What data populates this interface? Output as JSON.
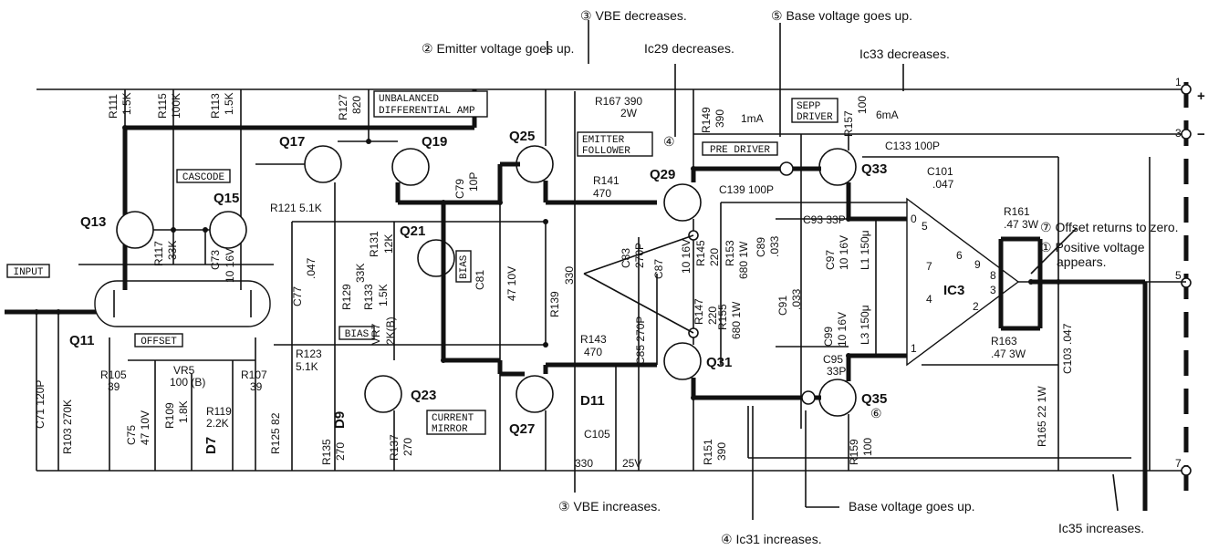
{
  "annotations": {
    "vbe_decreases": "③ VBE decreases.",
    "base_up_top": "⑤ Base voltage goes up.",
    "emitter_up": "② Emitter voltage goes up.",
    "ic29_dec": "Ic29 decreases.",
    "ic33_dec": "Ic33 decreases.",
    "offset_zero": "⑦ Offset returns to zero.",
    "pos_voltage": "① Positive voltage",
    "appears": "appears.",
    "vbe_increases": "③ VBE increases.",
    "base_up_bottom": "Base voltage goes up.",
    "ic31_inc": "④ Ic31 increases.",
    "ic35_inc": "Ic35 increases.",
    "circ4": "④",
    "circ6": "⑥"
  },
  "boxes": {
    "input": "INPUT",
    "cascode": "CASCODE",
    "unbalanced1": "UNBALANCED",
    "unbalanced2": "DIFFERENTIAL AMP",
    "offset": "OFFSET",
    "bias_left": "BIAS",
    "bias_right": "BIAS",
    "current1": "CURRENT",
    "current2": "MIRROR",
    "emitter1": "EMITTER",
    "emitter2": "FOLLOWER",
    "predriver": "PRE DRIVER",
    "sepp1": "SEPP",
    "sepp2": "DRIVER"
  },
  "transistors": {
    "q11": "Q11",
    "q13": "Q13",
    "q15": "Q15",
    "q17": "Q17",
    "q19": "Q19",
    "q21": "Q21",
    "q23": "Q23",
    "q25": "Q25",
    "q27": "Q27",
    "q29": "Q29",
    "q31": "Q31",
    "q33": "Q33",
    "q35": "Q35",
    "ic3": "IC3"
  },
  "components": {
    "r111a": "R111",
    "r111b": "1.5K",
    "r115a": "R115",
    "r115b": "100K",
    "r113a": "R113",
    "r113b": "1.5K",
    "r127a": "R127",
    "r127b": "820",
    "r117a": "R117",
    "r117b": "33K",
    "c73a": "C73",
    "c73b": "10 16V",
    "r121": "R121 5.1K",
    "r131a": "R131",
    "r131b": "12K",
    "r133a": "R133",
    "r133b": "1.5K",
    "c77a": "C77",
    "c77b": ".047",
    "r129a": "R129",
    "r129b": "33K",
    "vr7a": "VR7",
    "vr7b": "2K(B)",
    "c79a": "C79",
    "c79b": "10P",
    "c81a": "C81",
    "c81b": "47 10V",
    "r139a": "R139",
    "r139b": "330",
    "r123a": "R123",
    "r123b": "5.1K",
    "r105a": "R105",
    "r105b": "39",
    "vr5a": "VR5",
    "vr5b": "100 (B)",
    "r107a": "R107",
    "r107b": "39",
    "r109a": "R109",
    "r109b": "1.8K",
    "r119a": "R119",
    "r119b": "2.2K",
    "c75a": "C75",
    "c75b": "47 10V",
    "d7": "D7",
    "c71": "C71 120P",
    "r103": "R103 270K",
    "r125": "R125 82",
    "d9": "D9",
    "r135a": "R135",
    "r135b": "270",
    "r137a": "R137",
    "r137b": "270",
    "r167a": "R167 390",
    "r167b": "2W",
    "r149a": "R149",
    "r149b": "390",
    "r141a": "R141",
    "r141b": "470",
    "c83a": "C83",
    "c83b": "270P",
    "c87a": "C87",
    "c87b": "10 16V",
    "r145a": "R145",
    "r145b": "220",
    "r153a": "R153",
    "r153b": "680 1W",
    "c89a": "C89",
    "c89b": ".033",
    "c91a": "C91",
    "c91b": ".033",
    "c139": "C139 100P",
    "c93": "C93 33P",
    "c97a": "C97",
    "c97b": "10 16V",
    "l1": "L1 150μ",
    "r147a": "R147",
    "r147b": "220",
    "r155a": "R155",
    "r155b": "680 1W",
    "c85": "C85 270P",
    "r143a": "R143",
    "r143b": "470",
    "d11": "D11",
    "c105": "C105",
    "c105v1": "330",
    "c105v2": "25V",
    "r151a": "R151",
    "r151b": "390",
    "c99a": "C99",
    "c99b": "10 16V",
    "l3": "L3 150μ",
    "c95a": "C95",
    "c95b": "33P",
    "r159a": "R159",
    "r159b": "100",
    "r157a": "R157",
    "r157b": "100",
    "c133": "C133 100P",
    "c101a": "C101",
    "c101b": ".047",
    "r161a": "R161",
    "r161b": ".47 3W",
    "r163a": "R163",
    "r163b": ".47 3W",
    "c103": "C103 .047",
    "r165": "R165 22 1W",
    "i1ma": "1mA",
    "i6ma": "6mA"
  },
  "ic_pins": {
    "p0": "0",
    "p5": "5",
    "p6": "6",
    "p9": "9",
    "p7": "7",
    "p8": "8",
    "p3": "3",
    "p4": "4",
    "p2": "2",
    "p1": "1"
  },
  "terminals": {
    "t1": "1",
    "plus": "+",
    "t3": "3",
    "minus": "−",
    "t5": "5",
    "t7": "7"
  }
}
